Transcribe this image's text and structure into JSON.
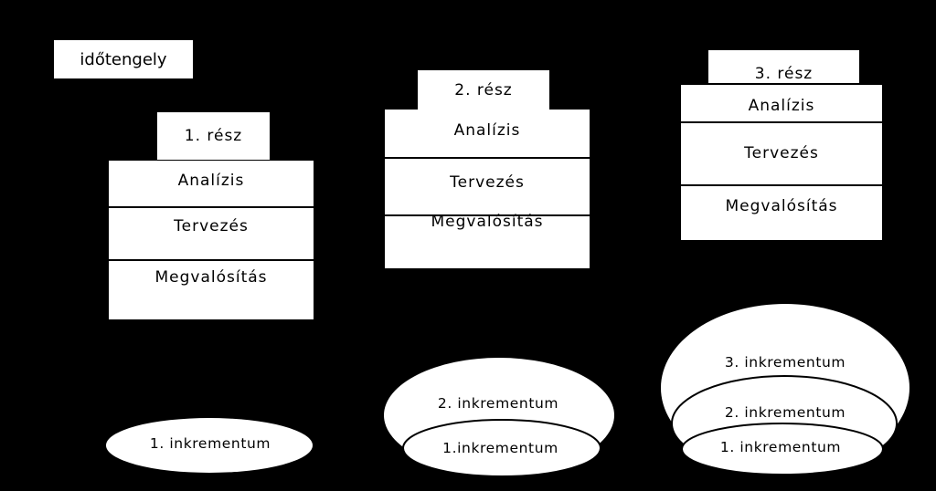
{
  "timeline_label": "időtengely",
  "parts": [
    {
      "title": "1. rész",
      "phases": [
        "Analízis",
        "Tervezés",
        "Megvalósítás"
      ]
    },
    {
      "title": "2. rész",
      "phases": [
        "Analízis",
        "Tervezés",
        "Megvalósítás"
      ]
    },
    {
      "title": "3. rész",
      "phases": [
        "Analízis",
        "Tervezés",
        "Megvalósítás"
      ]
    }
  ],
  "increments": {
    "group1": [
      "1. inkrementum"
    ],
    "group2": [
      "2. inkrementum",
      "1.inkrementum"
    ],
    "group3": [
      "3. inkrementum",
      "2. inkrementum",
      "1. inkrementum"
    ]
  },
  "colors": {
    "background": "#000000",
    "shape_fill": "#ffffff",
    "text": "#000000"
  }
}
